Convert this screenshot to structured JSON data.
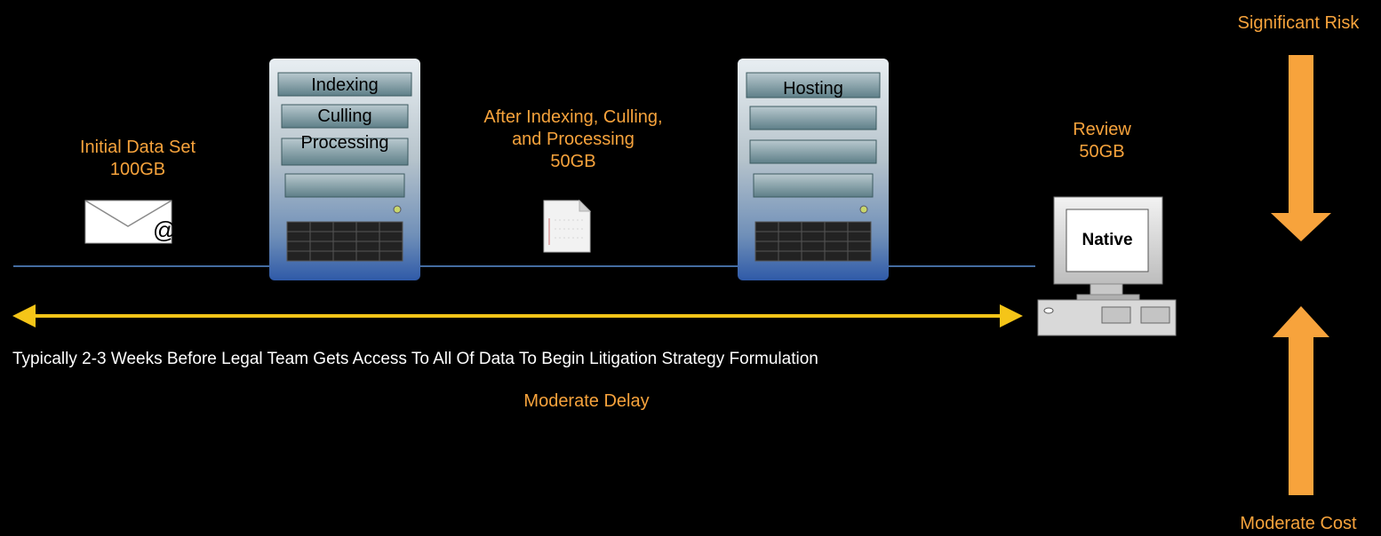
{
  "labels": {
    "significant_risk": "Significant Risk",
    "moderate_cost": "Moderate Cost",
    "initial_data_line1": "Initial Data Set",
    "initial_data_line2": "100GB",
    "after_line1": "After Indexing, Culling,",
    "after_line2": "and Processing",
    "after_line3": "50GB",
    "review_line1": "Review",
    "review_line2": "50GB",
    "timeline_caption": "Typically 2-3 Weeks Before Legal Team Gets Access To All Of Data To Begin Litigation Strategy Formulation",
    "moderate_delay": "Moderate Delay"
  },
  "server1": {
    "slot1": "Indexing",
    "slot2": "Culling",
    "slot3": "Processing"
  },
  "server2": {
    "slot1": "Hosting"
  },
  "computer": {
    "screen_label": "Native"
  },
  "icons": {
    "email": "email-at-icon",
    "document": "document-icon"
  },
  "colors": {
    "accent": "#f7a33c",
    "timeline_arrow": "#f5c518",
    "baseline": "#5b8fd6",
    "background": "#000000"
  }
}
